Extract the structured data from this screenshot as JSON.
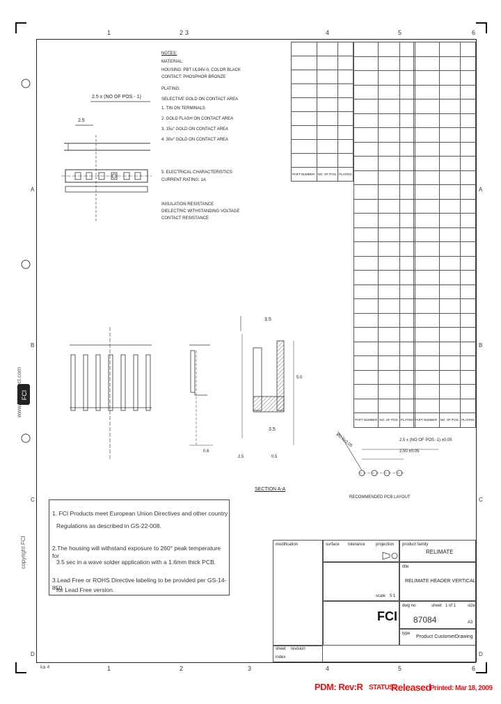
{
  "header": {
    "zone_numbers_top": [
      "1",
      "2",
      "3",
      "4",
      "5",
      "6"
    ],
    "zone_numbers_bottom": [
      "1",
      "2",
      "3",
      "4",
      "5",
      "6"
    ],
    "zone_letters": [
      "A",
      "B",
      "C",
      "D"
    ]
  },
  "notes_top": {
    "title": "NOTES:",
    "lines": [
      "MATERIAL:",
      "HOUSING: PBT UL94V-0, COLOR BLACK",
      "CONTACT: PHOSPHOR BRONZE",
      "PLATING:",
      "SELECTIVE GOLD ON CONTACT AREA",
      "1. TIN ON TERMINALS",
      "2. GOLD FLASH ON CONTACT AREA",
      "3. 15u\" GOLD ON CONTACT AREA",
      "4. 30u\" GOLD ON CONTACT AREA",
      "5. ELECTRICAL CHARACTERISTICS",
      "CURRENT RATING: 1A",
      "INSULATION RESISTANCE",
      "DIELECTRIC WITHSTANDING VOLTAGE",
      "CONTACT RESISTANCE"
    ]
  },
  "dims": {
    "pitch_label": "2.5 x (NO OF POS - 1)",
    "pitch": "2.5",
    "section_label": "SECTION A-A",
    "d1": "3.5",
    "d2": "3.5",
    "d3": "0.6",
    "d4": "2.5",
    "d5": "0.5",
    "d6": "5.0",
    "pcb_pitch": "2.5 x (NO OF POS -1) ±0.05",
    "pcb_pitch2": "2.50 ±0.05",
    "pcb_label": "RECOMMENDED PCB LAYOUT",
    "hole": "Ø0.9±0.05"
  },
  "side_text": {
    "website": "www.fciconnect.com",
    "copyright": "copyright FCI"
  },
  "legal_notes": [
    "1. FCI Products meet European Union Directives and other country",
    "Regulations as described in GS-22-008.",
    "2.The housing will withstand exposure to 260° peak temperature for",
    "3.5 sec in a wave solder application with a 1.6mm thick PCB.",
    "3.Lead Free or ROHS Directive labeling to be provided per GS-14-850",
    "for Lead Free version."
  ],
  "title_block": {
    "product_family_label": "product family",
    "product_family": "RELIMATE",
    "title_label": "title",
    "title": "RELIMATE HEADER VERTICAL",
    "dwg_no_label": "dwg no",
    "dwg_no": "87084",
    "sheet_label": "sheet",
    "sheet": "1 of 1",
    "size_label": "size",
    "size": "A3",
    "scale_label": "scale",
    "scale": "5:1",
    "tolerance_label": "tolerance",
    "projection_label": "projection",
    "surface_label": "surface",
    "type_label": "type",
    "type": "Product Customer",
    "type2": "Drawing",
    "revision_label": "revision",
    "index_label": "index",
    "sheet_col": "sheet",
    "mod_label": "modification"
  },
  "part_table": {
    "rows": 19,
    "col1_header": "PART NUMBER",
    "col2_header": "NO. OF POS.",
    "col3_header": "PLATING"
  },
  "footer": {
    "pdm": "PDM: Rev:R",
    "status_label": "STATUS:",
    "status": "Released",
    "printed": "Printed: Mar 18, 2009",
    "ka": "ka 4"
  },
  "logo": {
    "text": "FCI"
  },
  "colors": {
    "line": "#222222",
    "pdm_red": "#ee1111"
  }
}
